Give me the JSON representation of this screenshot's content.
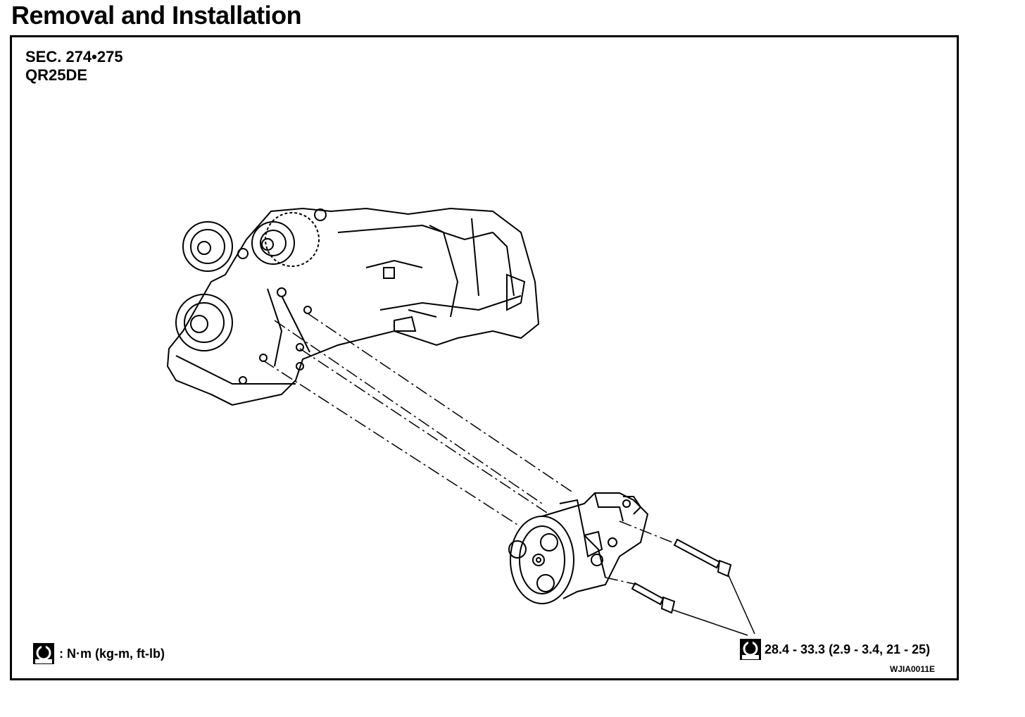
{
  "page": {
    "title": "Removal and Installation"
  },
  "section": {
    "line1": "SEC. 274•275",
    "line2": "QR25DE"
  },
  "legend": {
    "symbol": "torque-wrench-icon",
    "text": ": N·m (kg-m, ft-lb)"
  },
  "torque_spec": {
    "symbol": "torque-wrench-icon",
    "text": "28.4 - 33.3 (2.9 - 3.4, 21 - 25)"
  },
  "figure_ref": "WJIA0011E"
}
